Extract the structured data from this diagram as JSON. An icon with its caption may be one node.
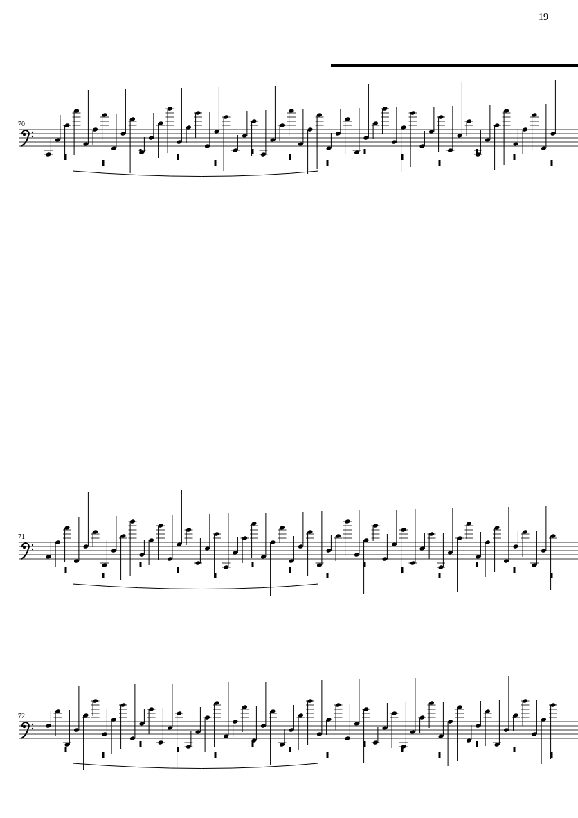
{
  "diagram": {
    "labels": [
      "19",
      "70",
      "71",
      "72"
    ]
  }
}
